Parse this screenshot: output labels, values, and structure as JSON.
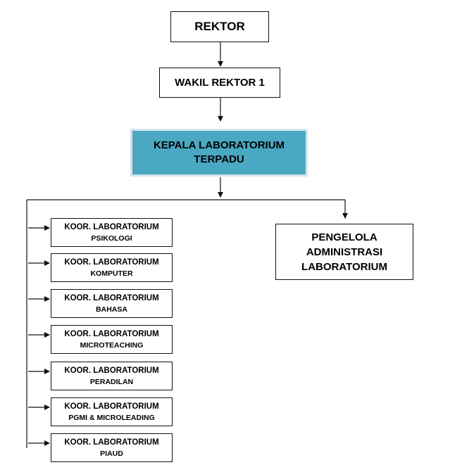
{
  "diagram": {
    "rektor": "REKTOR",
    "wakil_rektor": "WAKIL REKTOR 1",
    "kepala": "KEPALA LABORATORIUM\nTERPADU",
    "pengelola": "PENGELOLA\nADMINISTRASI\nLABORATORIUM",
    "koor_title": "KOOR. LABORATORIUM",
    "koordinators": [
      "PSIKOLOGI",
      "KOMPUTER",
      "BAHASA",
      "MICROTEACHING",
      "PERADILAN",
      "PGMI & MICROLEADING",
      "PIAUD"
    ],
    "colors": {
      "kepala_fill": "#4aa8c3",
      "line": "#111111"
    }
  }
}
